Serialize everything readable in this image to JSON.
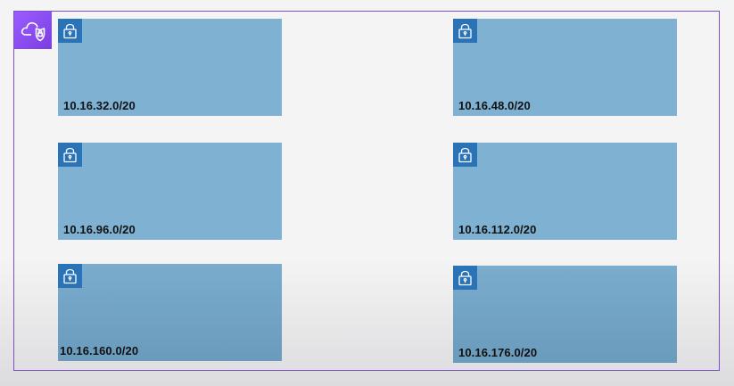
{
  "vpc": {
    "icon": "vpc-cloud-shield-icon",
    "border_color": "#7b4fc9",
    "icon_bg": "#8c4fff"
  },
  "subnets": [
    {
      "cidr": "10.16.32.0/20",
      "icon": "padlock-icon"
    },
    {
      "cidr": "10.16.48.0/20",
      "icon": "padlock-icon"
    },
    {
      "cidr": "10.16.96.0/20",
      "icon": "padlock-icon"
    },
    {
      "cidr": "10.16.112.0/20",
      "icon": "padlock-icon"
    },
    {
      "cidr": "10.16.160.0/20",
      "icon": "padlock-icon"
    },
    {
      "cidr": "10.16.176.0/20",
      "icon": "padlock-icon"
    }
  ],
  "colors": {
    "subnet_fill": "#7fb1d3",
    "lock_badge": "#2a73b6",
    "label_text": "#111111"
  }
}
